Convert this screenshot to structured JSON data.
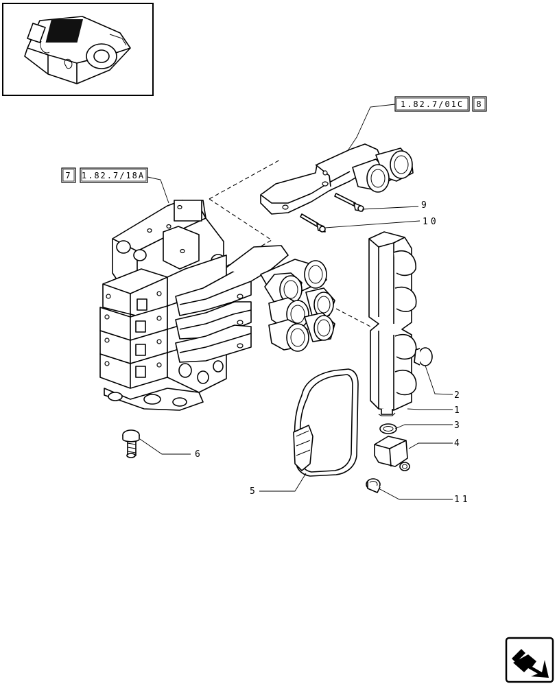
{
  "references": {
    "top_right_code": "1.82.7/01C",
    "top_right_index": "8",
    "left_code": "1.82.7/18A",
    "left_index": "7"
  },
  "callouts": [
    {
      "label": "1"
    },
    {
      "label": "2"
    },
    {
      "label": "3"
    },
    {
      "label": "4"
    },
    {
      "label": "5"
    },
    {
      "label": "6"
    },
    {
      "label": "9"
    },
    {
      "label": "10"
    },
    {
      "label": "11"
    }
  ],
  "icons": {
    "thumbnail": "assembly-thumbnail-icon",
    "navigation": "next-page-arrow-icon"
  }
}
